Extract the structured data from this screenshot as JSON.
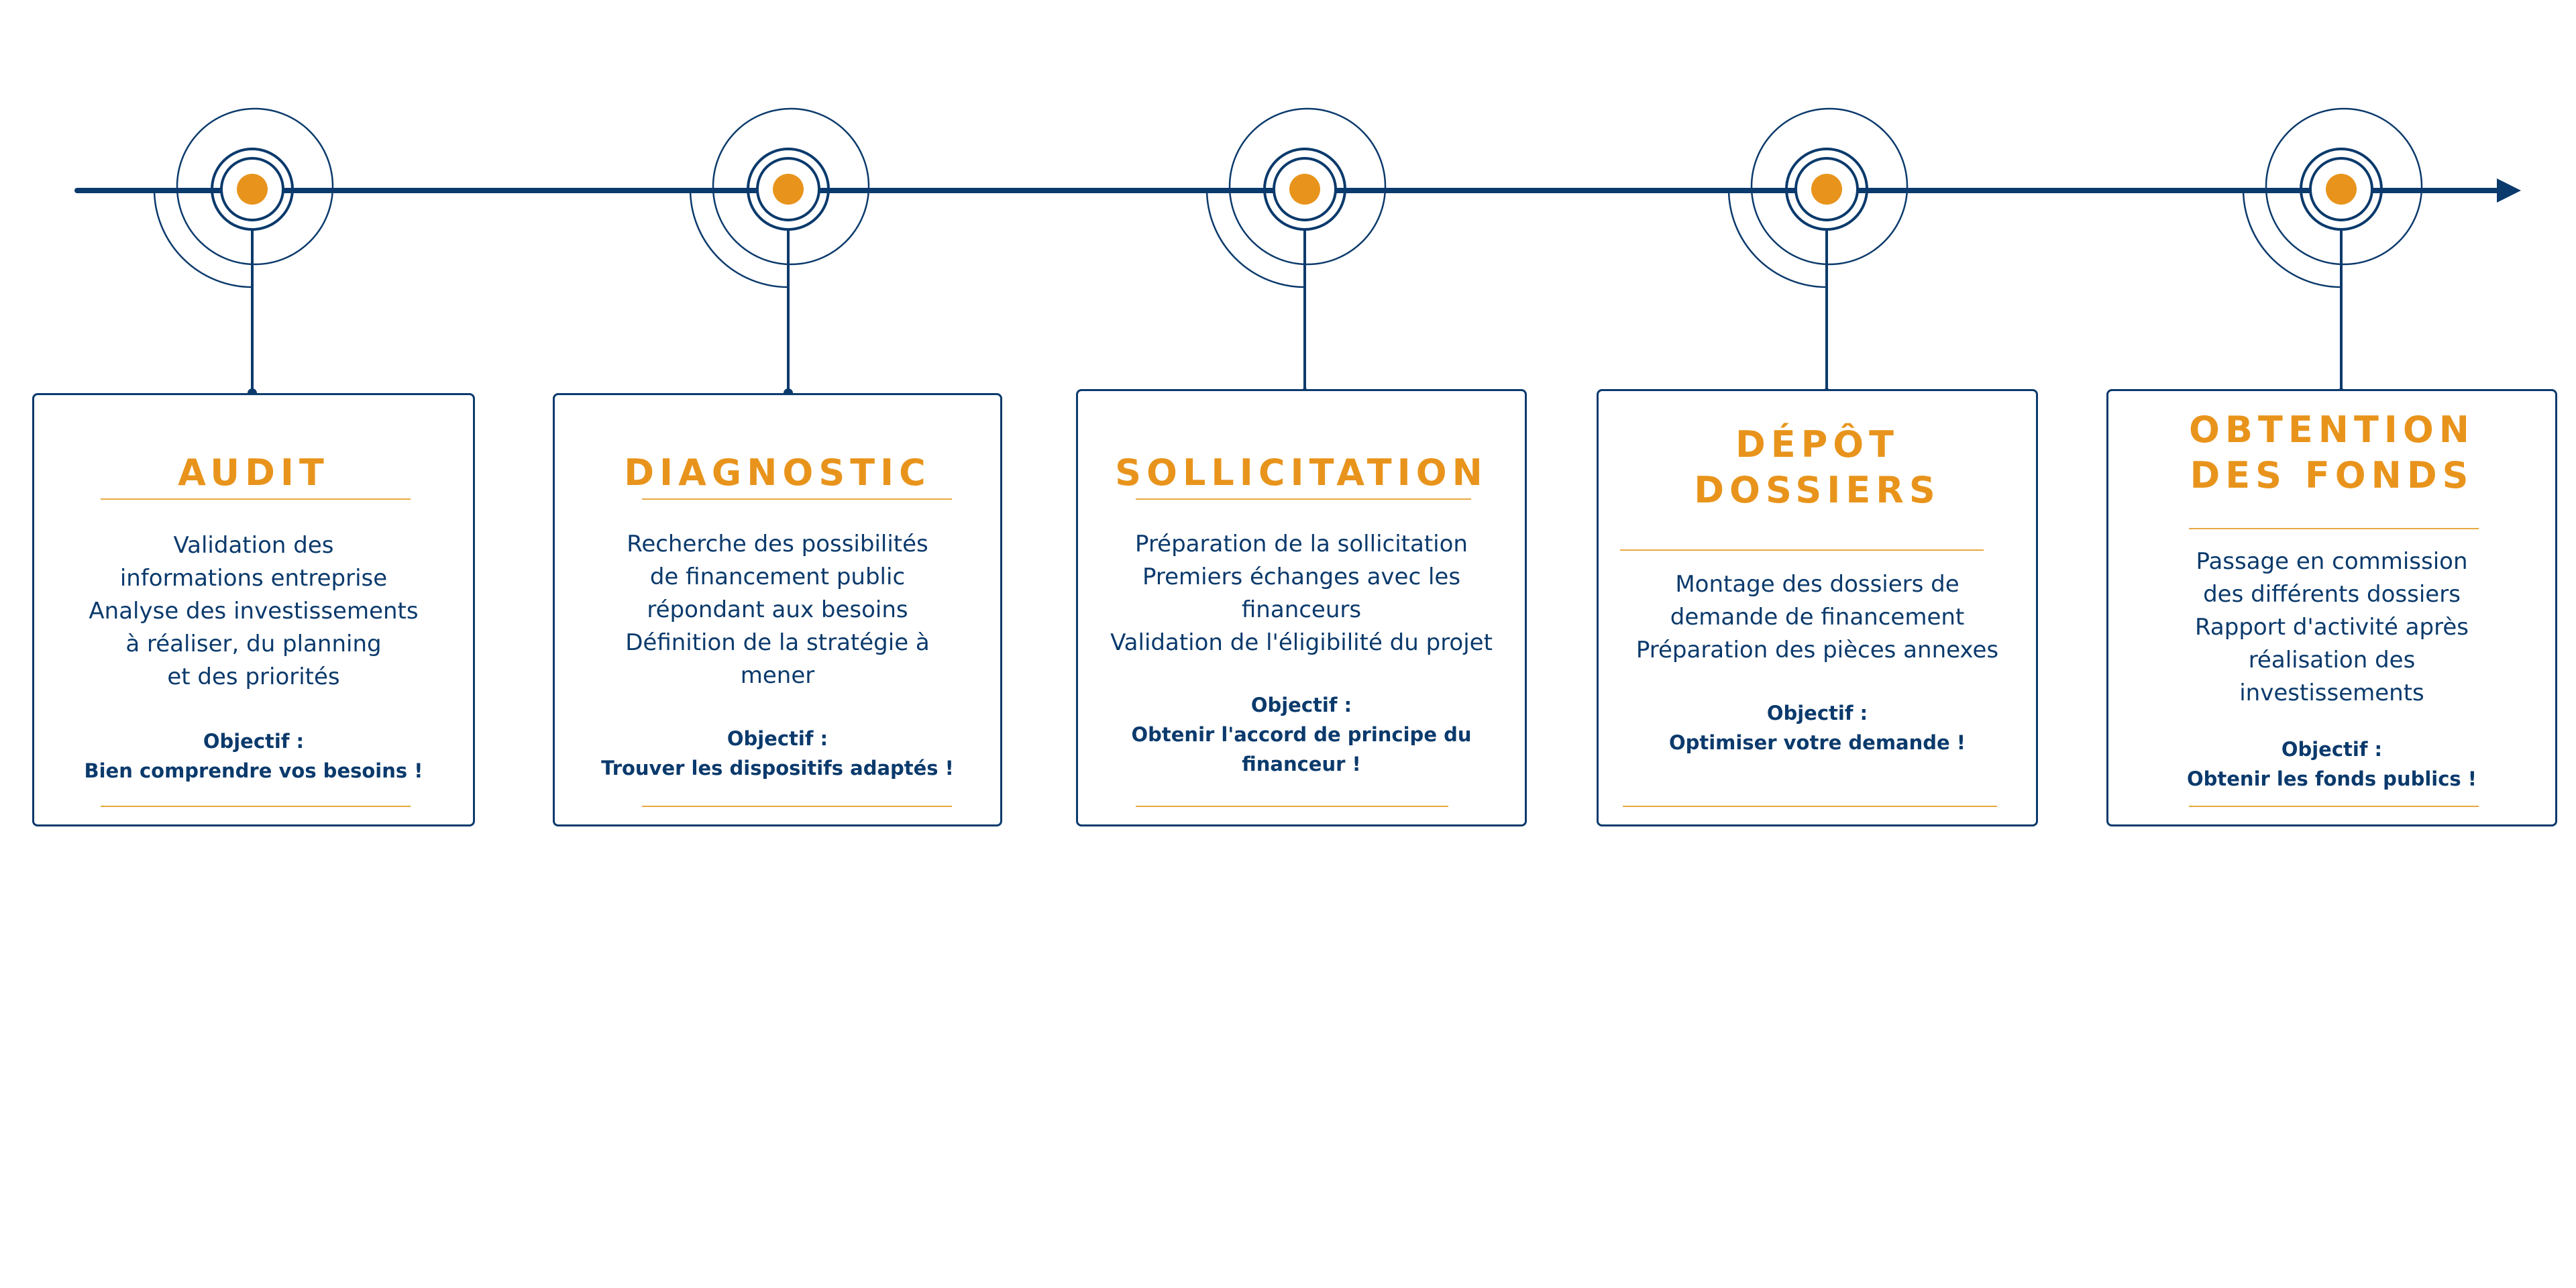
{
  "colors": {
    "navy": "#0b3a6c",
    "accent": "#e8941c",
    "divider": "#e8a840",
    "background": "#ffffff"
  },
  "steps": [
    {
      "title": [
        "AUDIT"
      ],
      "description": [
        "Validation des",
        "informations entreprise",
        "Analyse des investissements",
        "à réaliser, du planning",
        "et des priorités"
      ],
      "objective_label": "Objectif :",
      "objective": [
        "Bien comprendre vos besoins !"
      ]
    },
    {
      "title": [
        "DIAGNOSTIC"
      ],
      "description": [
        "Recherche des possibilités",
        "de financement public",
        "répondant aux besoins",
        "Définition de la stratégie à",
        "mener"
      ],
      "objective_label": "Objectif :",
      "objective": [
        "Trouver les dispositifs adaptés !"
      ]
    },
    {
      "title": [
        "SOLLICITATION"
      ],
      "description": [
        "Préparation de la sollicitation",
        "Premiers échanges avec les",
        "financeurs",
        "Validation de l'éligibilité du projet"
      ],
      "objective_label": "Objectif :",
      "objective": [
        "Obtenir l'accord de principe du",
        "financeur !"
      ]
    },
    {
      "title": [
        "DÉPÔT",
        "DOSSIERS"
      ],
      "description": [
        "Montage des dossiers de",
        "demande de financement",
        "Préparation des pièces annexes"
      ],
      "objective_label": "Objectif :",
      "objective": [
        "Optimiser votre demande !"
      ]
    },
    {
      "title": [
        "OBTENTION",
        "DES FONDS"
      ],
      "description": [
        "Passage en commission",
        "des différents dossiers",
        "Rapport d'activité après",
        "réalisation des",
        "investissements"
      ],
      "objective_label": "Objectif :",
      "objective": [
        "Obtenir les fonds publics !"
      ]
    }
  ]
}
